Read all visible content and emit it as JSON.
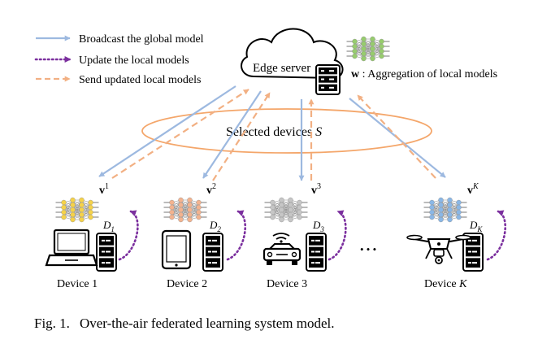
{
  "legend": {
    "broadcast": "Broadcast the global model",
    "update": "Update the local models",
    "send": "Send updated local models"
  },
  "server": {
    "label": "Edge server",
    "aggregation_symbol": "w",
    "aggregation_text": " : Aggregation of local models"
  },
  "selected": {
    "label": "Selected devices ",
    "symbol": "S"
  },
  "models": [
    {
      "base": "v",
      "sup": "1"
    },
    {
      "base": "v",
      "sup": "2"
    },
    {
      "base": "v",
      "sup": "3"
    },
    {
      "base": "v",
      "sup": "K"
    }
  ],
  "datasets": [
    {
      "base": "D",
      "sub": "1"
    },
    {
      "base": "D",
      "sub": "2"
    },
    {
      "base": "D",
      "sub": "3"
    },
    {
      "base": "D",
      "sub": "K"
    }
  ],
  "devices": [
    {
      "prefix": "Device ",
      "index": "1"
    },
    {
      "prefix": "Device ",
      "index": "2"
    },
    {
      "prefix": "Device ",
      "index": "3"
    },
    {
      "prefix": "Device ",
      "index": "K"
    }
  ],
  "ellipsis": "• • •",
  "caption": {
    "label": "Fig. 1.",
    "text": "Over-the-air federated learning system model."
  },
  "colors": {
    "broadcast": "#9db9e0",
    "update": "#7b2f9e",
    "send": "#f2b083",
    "ellipse": "#f4a66a",
    "net_global": "#97cc6e",
    "net_1": "#f5d24a",
    "net_2": "#f3b38f",
    "net_3": "#c6c6c6",
    "net_K": "#8ab7e6"
  }
}
